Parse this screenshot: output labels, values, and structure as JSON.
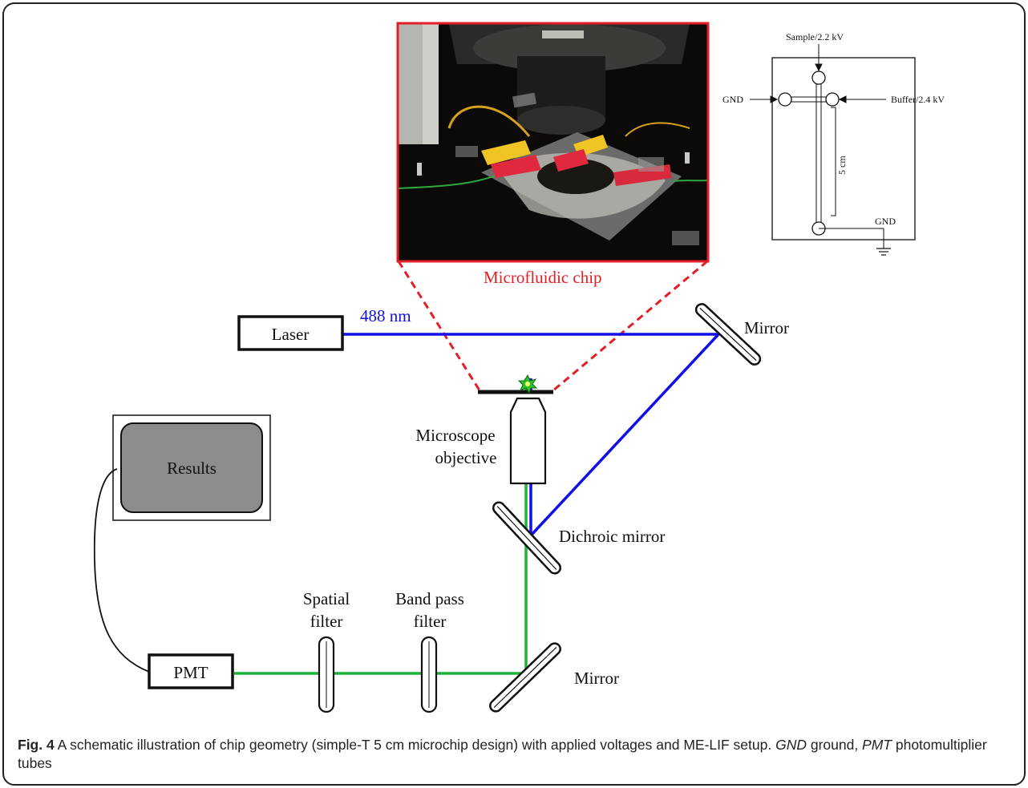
{
  "labels": {
    "sample": "Sample/2.2 kV",
    "gnd_left": "GND",
    "buffer": "Buffer/2.4 kV",
    "length": "5 cm",
    "gnd_bottom": "GND",
    "chip": "Microfluidic chip",
    "wavelength": "488 nm",
    "laser": "Laser",
    "mirror_top": "Mirror",
    "objective_1": "Microscope",
    "objective_2": "objective",
    "results": "Results",
    "dichroic": "Dichroic mirror",
    "spatial_1": "Spatial",
    "spatial_2": "filter",
    "bandpass_1": "Band pass",
    "bandpass_2": "filter",
    "pmt": "PMT",
    "mirror_bottom": "Mirror"
  },
  "caption": {
    "fig": "Fig. 4",
    "text_1": " A schematic illustration of chip geometry (simple-T 5 cm microchip design) with applied voltages and ME-LIF setup. ",
    "gnd_abbr": "GND",
    "gnd_def": " ground, ",
    "pmt_abbr": "PMT",
    "pmt_def": " photomultiplier tubes"
  },
  "colors": {
    "excitation_beam": "#1010e6",
    "emission_beam": "#1fb33a",
    "chip_highlight": "#e41e26",
    "screen_fill": "#8c8c8c"
  },
  "icons": [
    "ground-icon",
    "arrow-icon",
    "fluorescence-star-icon"
  ]
}
